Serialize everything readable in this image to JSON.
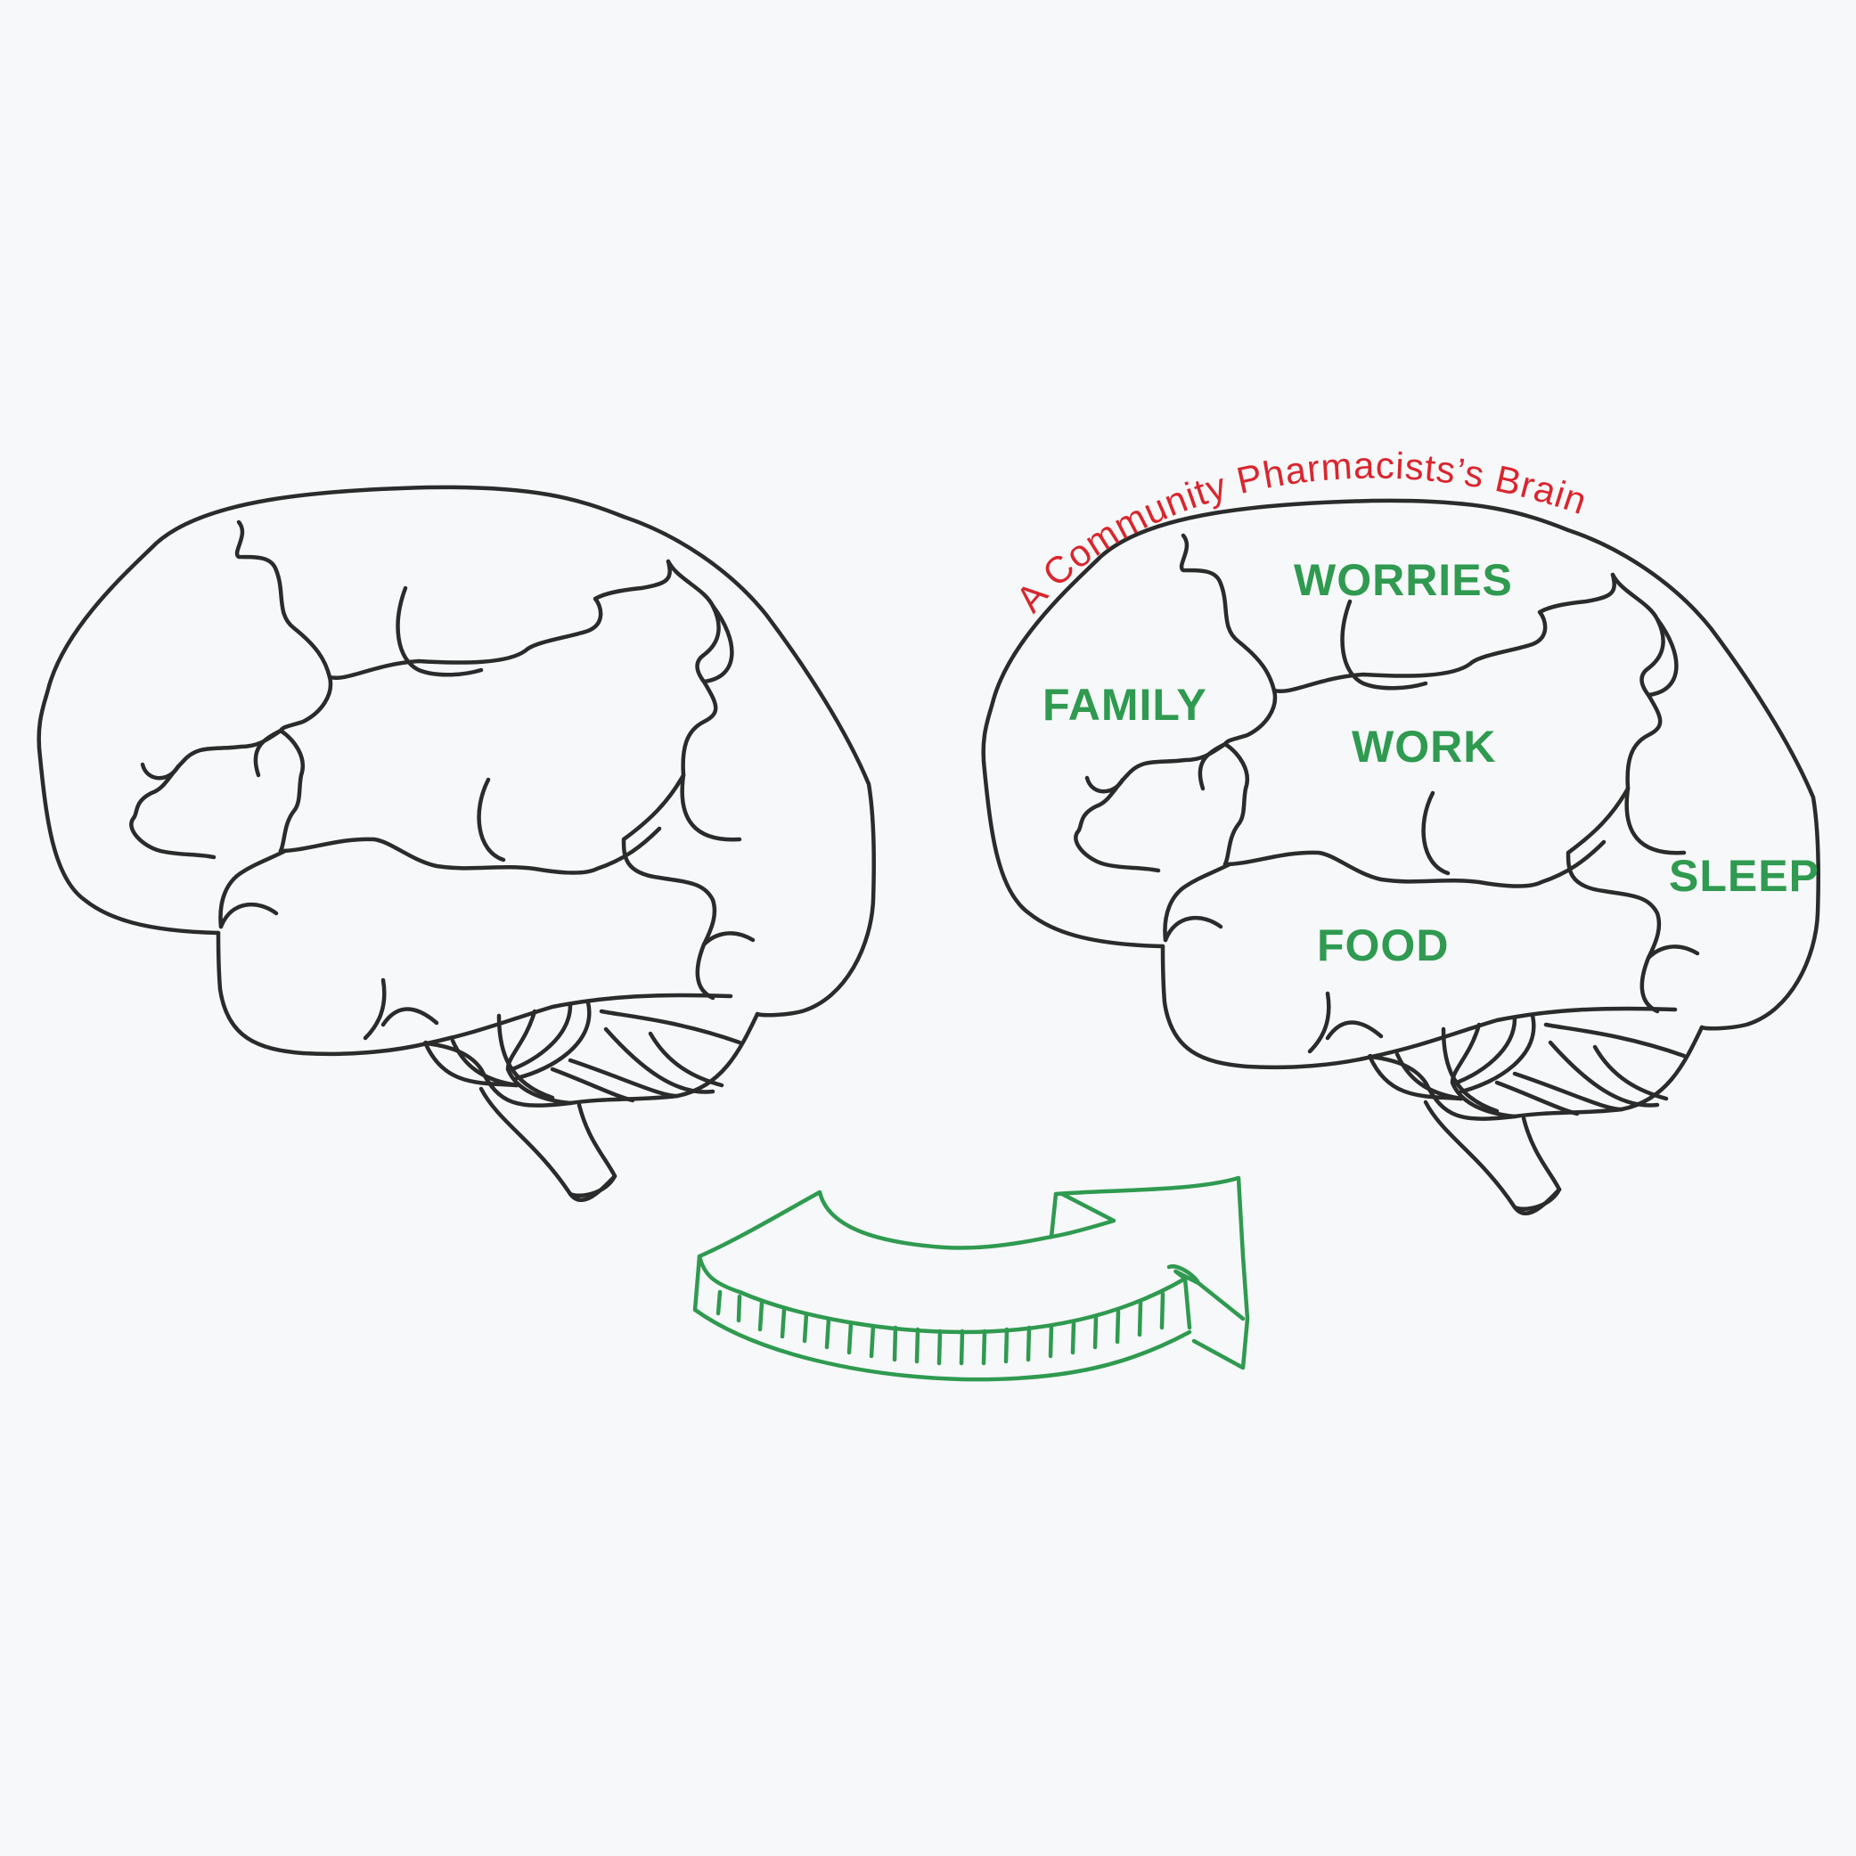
{
  "title": "A Community Pharmacists’s Brain",
  "title_color": "#d9262e",
  "label_color": "#2f9a50",
  "line_color": "#2b2b2b",
  "labels": {
    "worries": "WORRIES",
    "family": "FAMILY",
    "work": "WORK",
    "sleep": "SLEEP",
    "food": "FOOD"
  },
  "icons": {
    "left_brain": "brain-outline-icon",
    "right_brain": "brain-outline-icon",
    "arrow": "curved-arrow-icon"
  }
}
